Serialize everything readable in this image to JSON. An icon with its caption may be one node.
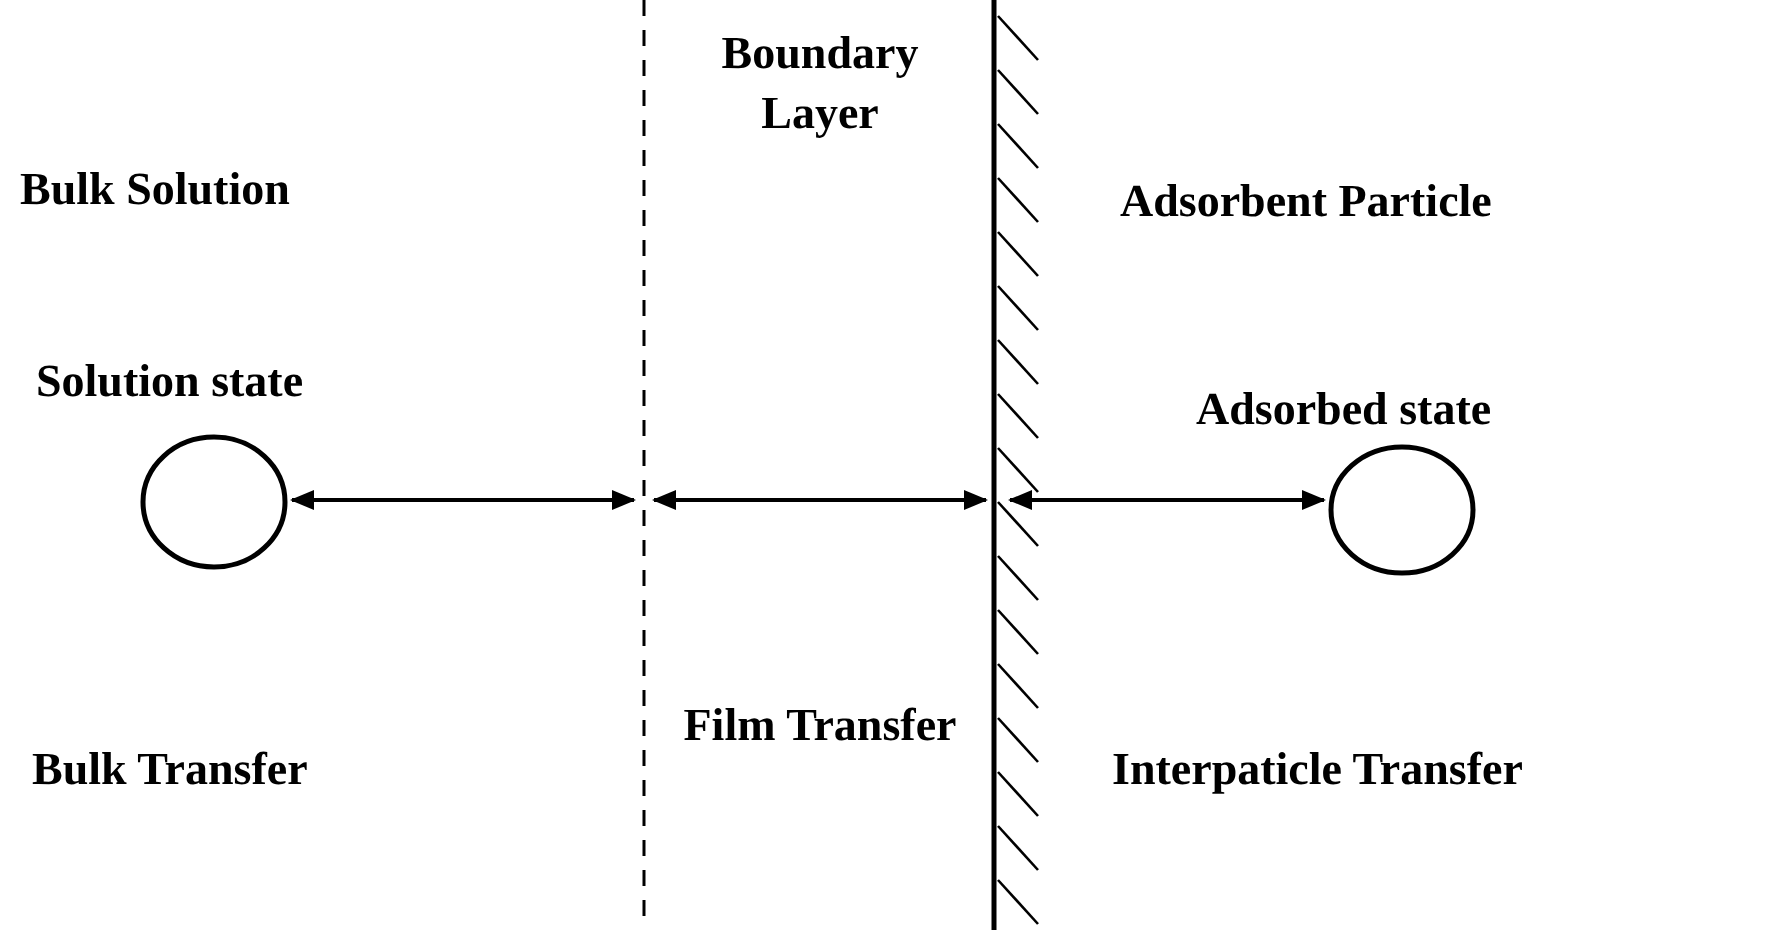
{
  "diagram": {
    "nodes": [
      {
        "text": [],
        "shape": "circle",
        "beside": [
          "Solution state"
        ]
      },
      {
        "text": [],
        "shape": "line"
      },
      {
        "text": [],
        "shape": "wall"
      },
      {
        "text": [],
        "shape": "circle",
        "beside": [
          "Adsorbed state"
        ]
      }
    ],
    "edges": [
      {
        "from": 0,
        "to": 1,
        "arrow": "both"
      },
      {
        "from": 1,
        "to": 2,
        "arrow": "both"
      },
      {
        "from": 2,
        "to": 3,
        "arrow": "both"
      }
    ],
    "labels": [
      "Bulk Solution",
      "Boundary Layer",
      "Adsorbent Particle",
      "Bulk Transfer",
      "Film Transfer",
      "Interpaticle Transfer"
    ]
  }
}
